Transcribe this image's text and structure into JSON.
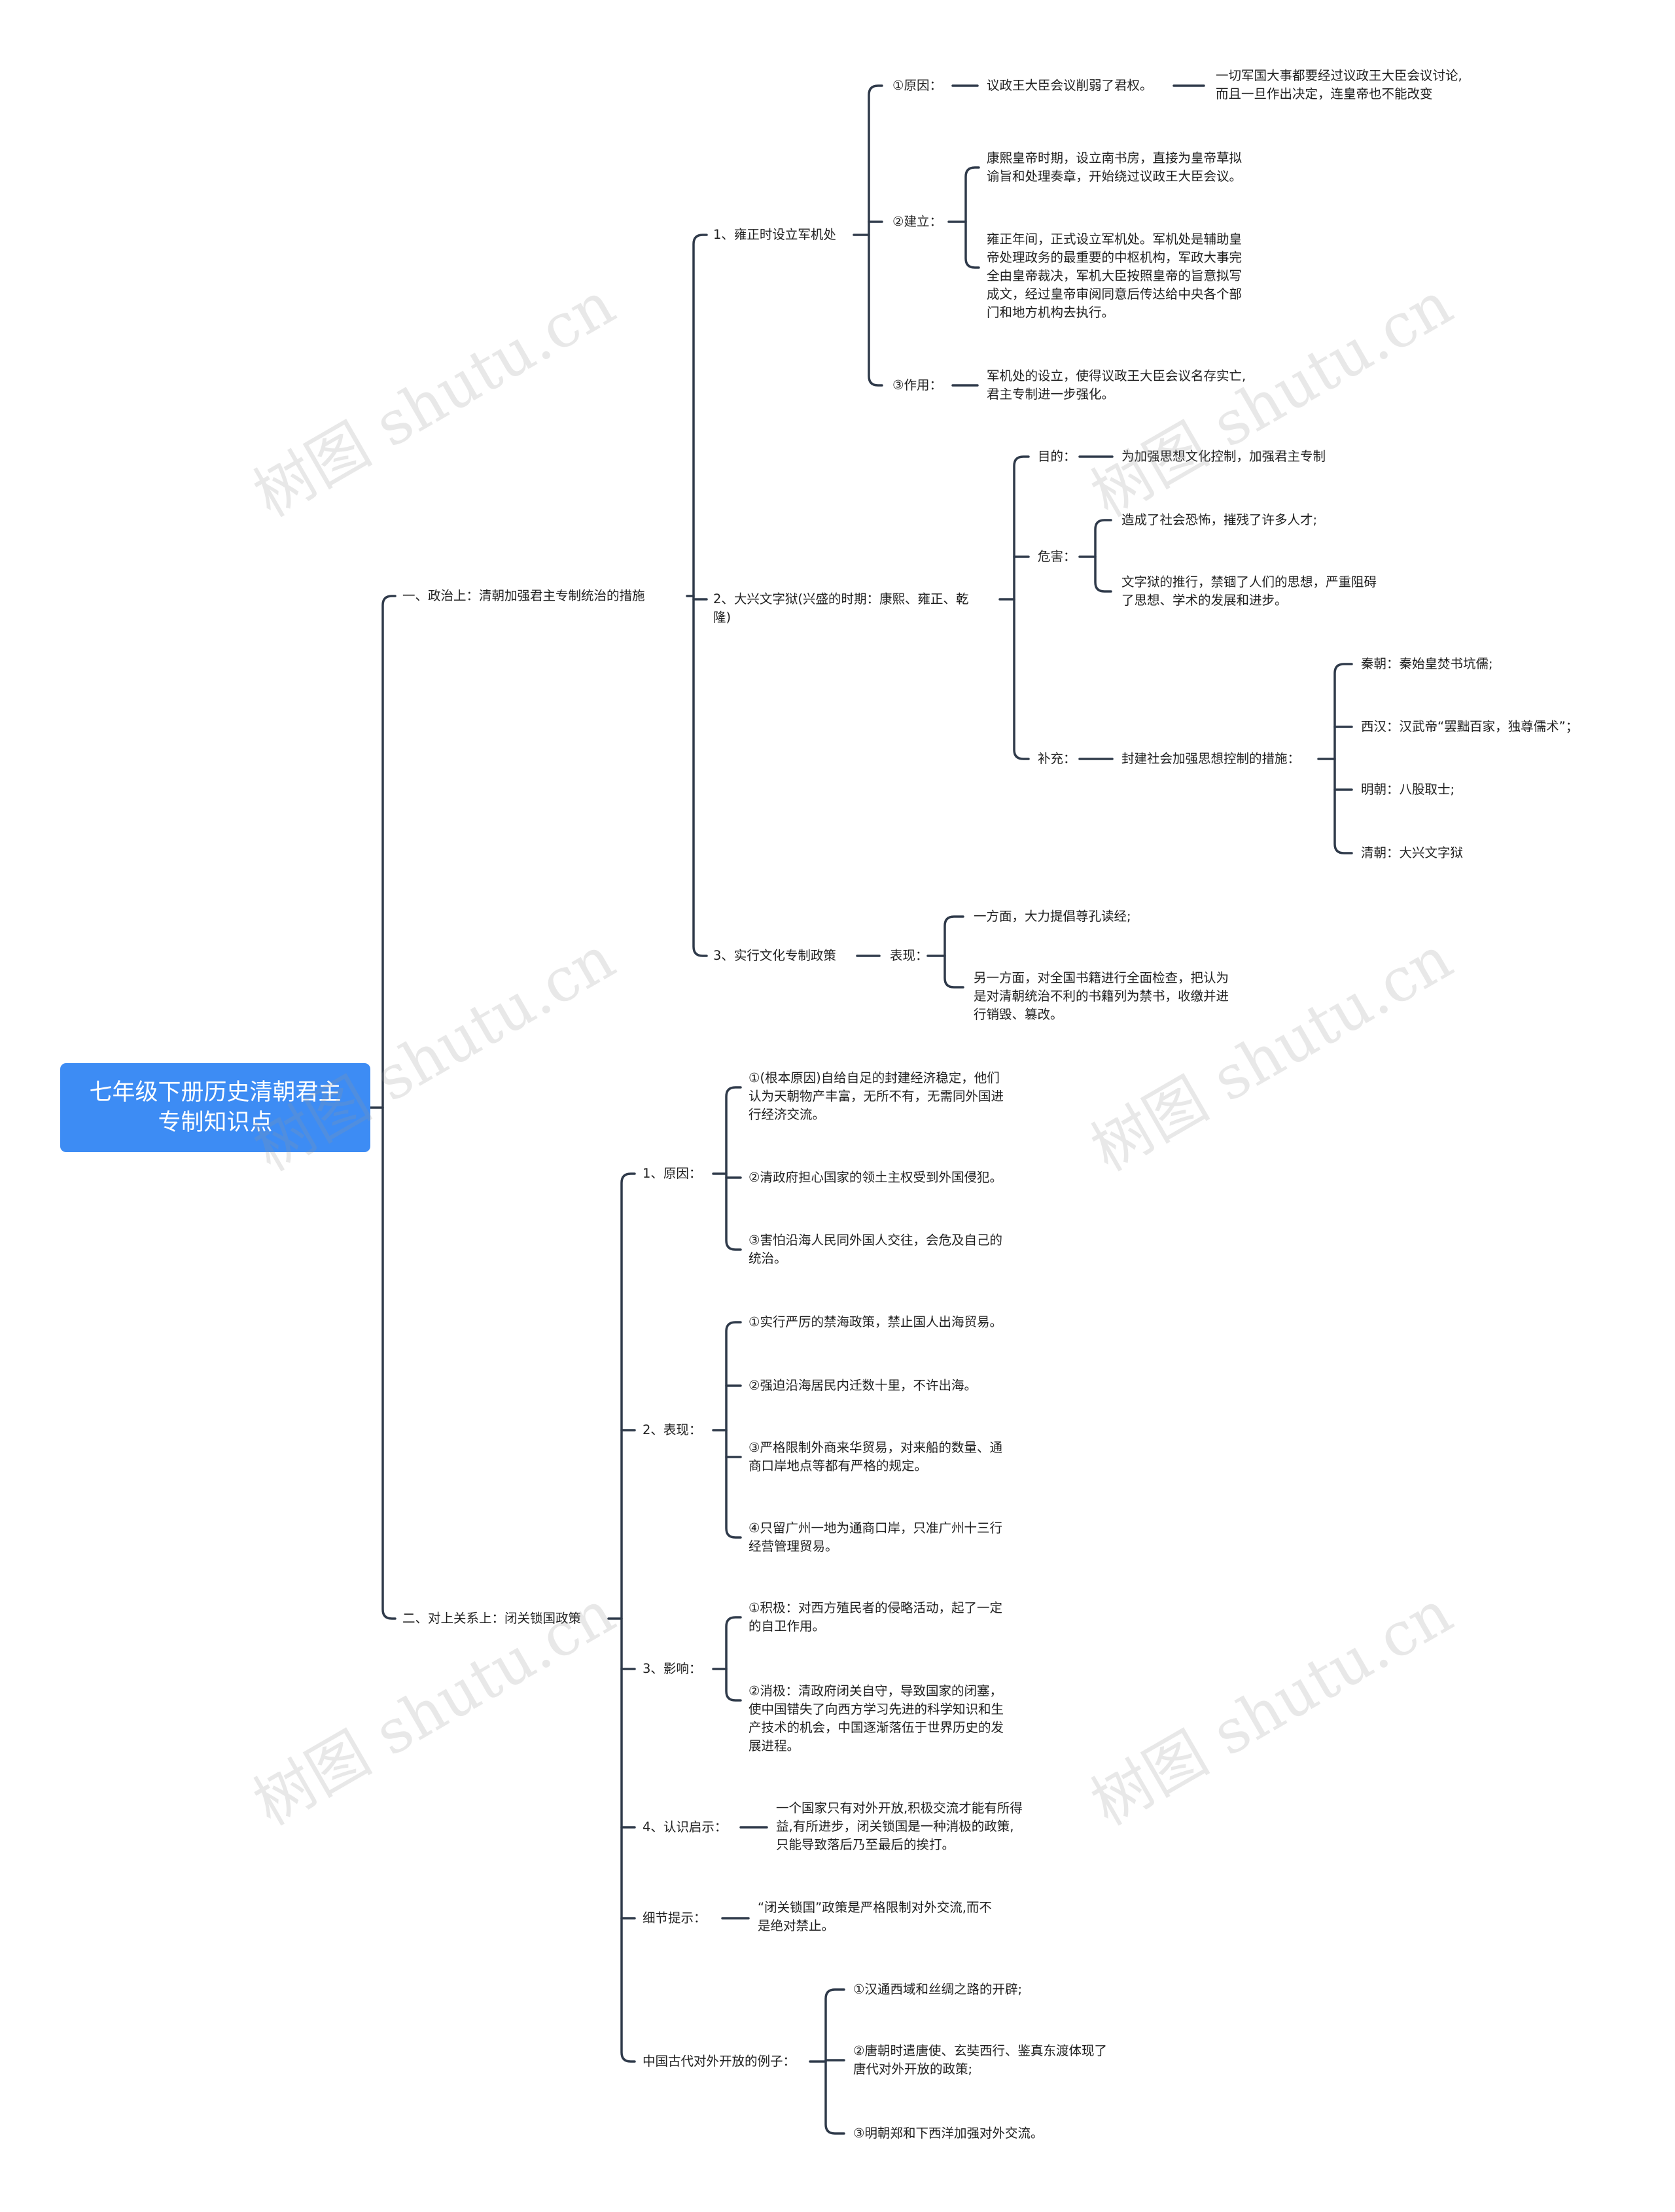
{
  "root": "七年级下册历史清朝君主\n专制知识点",
  "politics": {
    "label": "一、政治上：清朝加强君主专制统治的措施",
    "junjichu": {
      "label": "1、雍正时设立军机处",
      "reason_label": "①原因：",
      "reason_text": "议政王大臣会议削弱了君权。",
      "reason_detail": "一切军国大事都要经过议政王大臣会议讨论,\n而且一旦作出决定，连皇帝也不能改变",
      "establish_label": "②建立：",
      "establish_1": "康熙皇帝时期，设立南书房，直接为皇帝草拟\n谕旨和处理奏章，开始绕过议政王大臣会议。",
      "establish_2": "雍正年间，正式设立军机处。军机处是辅助皇\n帝处理政务的最重要的中枢机构，军政大事完\n全由皇帝裁决，军机大臣按照皇帝的旨意拟写\n成文，经过皇帝审阅同意后传达给中央各个部\n门和地方机构去执行。",
      "effect_label": "③作用：",
      "effect_text": "军机处的设立，使得议政王大臣会议名存实亡,\n君主专制进一步强化。"
    },
    "wenziyu": {
      "label": "2、大兴文字狱(兴盛的时期：康熙、雍正、乾\n隆)",
      "purpose_label": "目的：",
      "purpose_text": "为加强思想文化控制，加强君主专制",
      "harm_label": "危害：",
      "harm_1": "造成了社会恐怖，摧残了许多人才;",
      "harm_2": "文字狱的推行，禁锢了人们的思想，严重阻碍\n了思想、学术的发展和进步。",
      "supplement_label": "补充：",
      "supplement_text": "封建社会加强思想控制的措施：",
      "measures": [
        "秦朝：秦始皇焚书坑儒;",
        "西汉：汉武帝“罢黜百家，独尊儒术”；",
        "明朝：八股取士;",
        "清朝：大兴文字狱"
      ]
    },
    "culture": {
      "label": "3、实行文化专制政策",
      "show_label": "表现：",
      "show_1": "一方面，大力提倡尊孔读经;",
      "show_2": "另一方面，对全国书籍进行全面检查，把认为\n是对清朝统治不利的书籍列为禁书，收缴并进\n行销毁、篡改。"
    }
  },
  "foreign": {
    "label": "二、对上关系上：闭关锁国政策",
    "reasons_label": "1、原因：",
    "reasons": [
      "①(根本原因)自给自足的封建经济稳定，他们\n认为天朝物产丰富，无所不有，无需同外国进\n行经济交流。",
      "②清政府担心国家的领土主权受到外国侵犯。",
      "③害怕沿海人民同外国人交往，会危及自己的\n统治。"
    ],
    "shows_label": "2、表现：",
    "shows": [
      "①实行严厉的禁海政策，禁止国人出海贸易。",
      "②强迫沿海居民内迁数十里，不许出海。",
      "③严格限制外商来华贸易，对来船的数量、通\n商口岸地点等都有严格的规定。",
      "④只留广州一地为通商口岸，只准广州十三行\n经营管理贸易。"
    ],
    "impact_label": "3、影响：",
    "impacts": [
      "①积极：对西方殖民者的侵略活动，起了一定\n的自卫作用。",
      "②消极：清政府闭关自守，导致国家的闭塞，\n使中国错失了向西方学习先进的科学知识和生\n产技术的机会，中国逐渐落伍于世界历史的发\n展进程。"
    ],
    "insight_label": "4、认识启示：",
    "insight_text": "一个国家只有对外开放,积极交流才能有所得\n益,有所进步，闭关锁国是一种消极的政策,\n只能导致落后乃至最后的挨打。",
    "detail_label": "细节提示：",
    "detail_text": "“闭关锁国”政策是严格限制对外交流,而不\n是绝对禁止。",
    "examples_label": "中国古代对外开放的例子：",
    "examples": [
      "①汉通西域和丝绸之路的开辟;",
      "②唐朝时遣唐使、玄奘西行、鉴真东渡体现了\n唐代对外开放的政策;",
      "③明朝郑和下西洋加强对外交流。"
    ]
  },
  "watermark": "树图 shutu.cn",
  "colors": {
    "root_bg": "#3d8cf4",
    "line": "#2f3a4a",
    "text": "#1f1f1f"
  }
}
